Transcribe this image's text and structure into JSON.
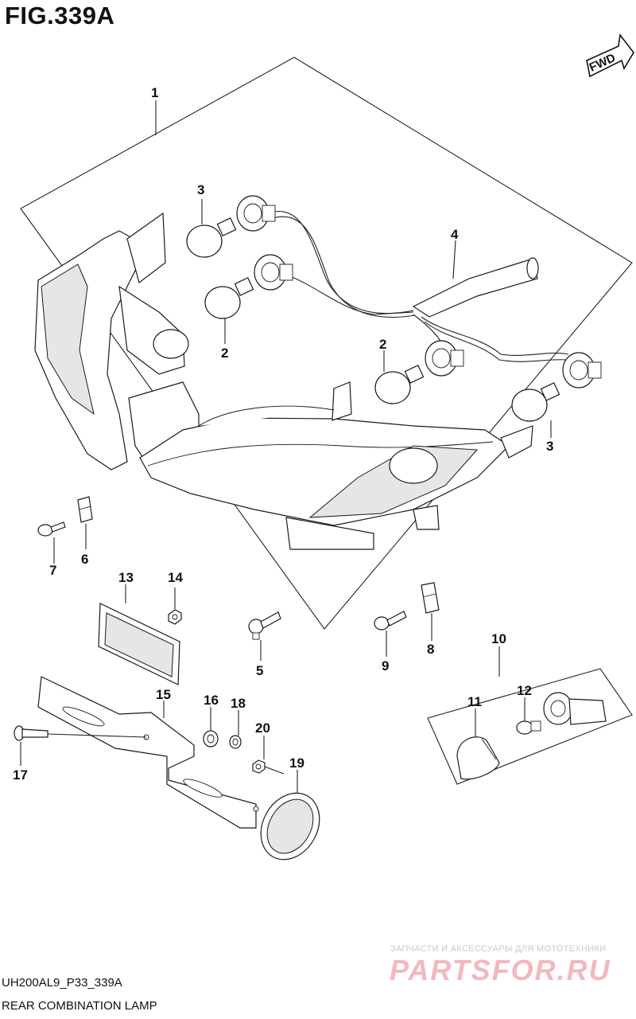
{
  "figure": {
    "title": "FIG.339A",
    "fwd_label": "FWD"
  },
  "callouts": [
    "1",
    "2",
    "2",
    "3",
    "3",
    "4",
    "5",
    "6",
    "7",
    "8",
    "9",
    "10",
    "11",
    "12",
    "13",
    "14",
    "15",
    "16",
    "17",
    "18",
    "19",
    "20"
  ],
  "footer": {
    "model_code": "UH200AL9_P33_339A",
    "assembly_name": "REAR COMBINATION LAMP"
  },
  "watermark": {
    "tagline": "ЗАПЧАСТИ И АКСЕССУАРЫ ДЛЯ МОТОТЕХНИКИ",
    "logo_text": "PARTSFOR.RU"
  }
}
